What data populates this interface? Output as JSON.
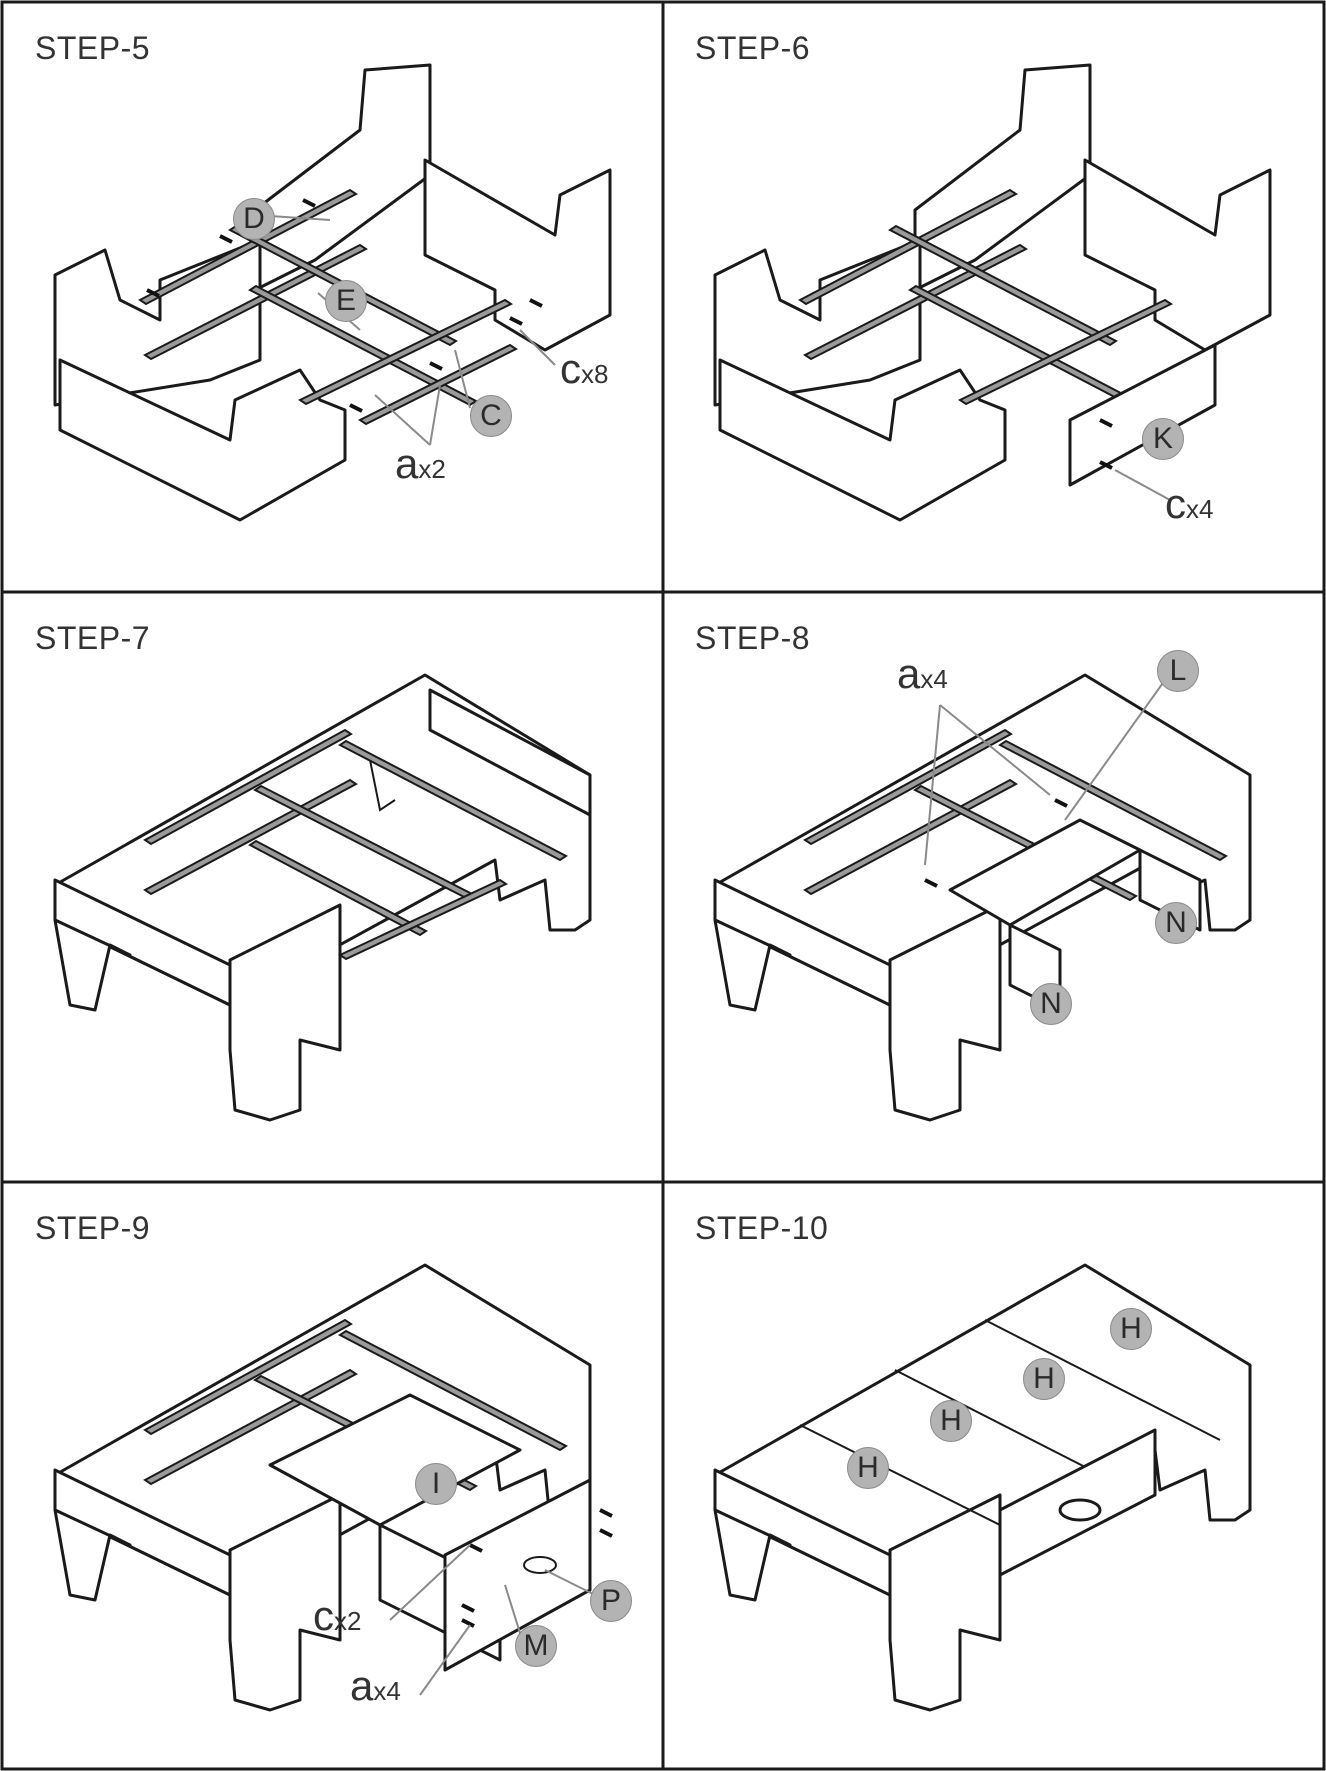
{
  "steps": [
    {
      "title": "STEP-5",
      "parts": [
        "D",
        "E",
        "C"
      ],
      "hardware": [
        {
          "letter": "c",
          "qty": "x8"
        },
        {
          "letter": "a",
          "qty": "x2"
        }
      ]
    },
    {
      "title": "STEP-6",
      "parts": [
        "K"
      ],
      "hardware": [
        {
          "letter": "c",
          "qty": "x4"
        }
      ]
    },
    {
      "title": "STEP-7",
      "parts": [],
      "hardware": []
    },
    {
      "title": "STEP-8",
      "parts": [
        "L",
        "N",
        "N"
      ],
      "hardware": [
        {
          "letter": "a",
          "qty": "x4"
        }
      ]
    },
    {
      "title": "STEP-9",
      "parts": [
        "I",
        "P",
        "M"
      ],
      "hardware": [
        {
          "letter": "c",
          "qty": "x2"
        },
        {
          "letter": "a",
          "qty": "x4"
        }
      ]
    },
    {
      "title": "STEP-10",
      "parts": [
        "H",
        "H",
        "H",
        "H"
      ],
      "hardware": []
    }
  ],
  "colors": {
    "line": "#1a1a1a",
    "part_badge": "#b3b3b3",
    "rail": "#9a9a9a",
    "text": "#333333"
  }
}
